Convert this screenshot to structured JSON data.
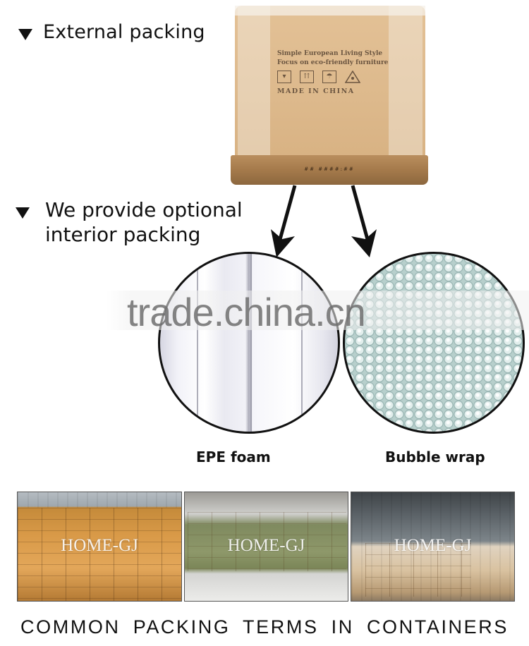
{
  "external_section": {
    "bullet_icon": "triangle-down",
    "heading": "External packing",
    "box": {
      "print_line_1": "Simple European Living Style",
      "print_line_2": "Focus on eco-friendly furniture",
      "handling_icons": [
        "fragile-glass-icon",
        "this-way-up-icon",
        "keep-dry-icon",
        "warning-triangle-icon"
      ],
      "origin": "MADE IN CHINA",
      "side_code": "## ####:##"
    }
  },
  "interior_section": {
    "bullet_icon": "triangle-down",
    "heading_line_1": "We provide optional",
    "heading_line_2": "interior packing",
    "options": [
      {
        "label": "EPE foam",
        "image": "epe-foam-rolls"
      },
      {
        "label": "Bubble wrap",
        "image": "bubble-wrap-sheet"
      }
    ]
  },
  "watermark": "trade.china.cn",
  "container_photos": [
    {
      "watermark": "HOME-GJ",
      "subject": "cartons-in-container"
    },
    {
      "watermark": "HOME-GJ",
      "subject": "wrapped-stacks-in-warehouse"
    },
    {
      "watermark": "HOME-GJ",
      "subject": "loaded-container"
    }
  ],
  "footer": "COMMON PACKING TERMS IN CONTAINERS",
  "colors": {
    "text": "#111111",
    "box_top": "#ddb98c",
    "box_side": "#a57a4b",
    "bubble": "#b7cfcc"
  }
}
